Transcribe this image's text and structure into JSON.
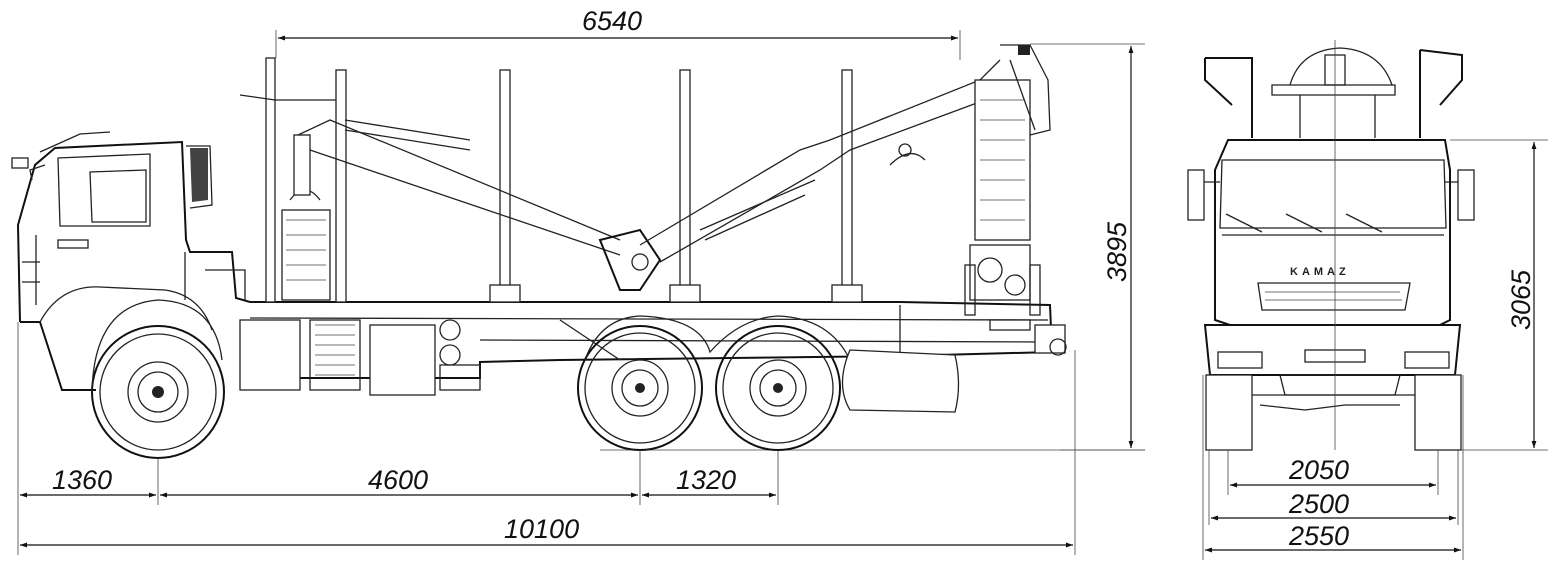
{
  "drawing": {
    "brand_label": "KAMAZ",
    "side_view": {
      "dimensions": {
        "body_length": "6540",
        "overall_height": "3895",
        "front_overhang": "1360",
        "wheelbase_front_to_bogie": "4600",
        "bogie_spacing": "1320",
        "overall_length": "10100"
      }
    },
    "front_view": {
      "dimensions": {
        "cab_height": "3065",
        "track_width": "2050",
        "body_width": "2500",
        "overall_width": "2550"
      }
    }
  }
}
